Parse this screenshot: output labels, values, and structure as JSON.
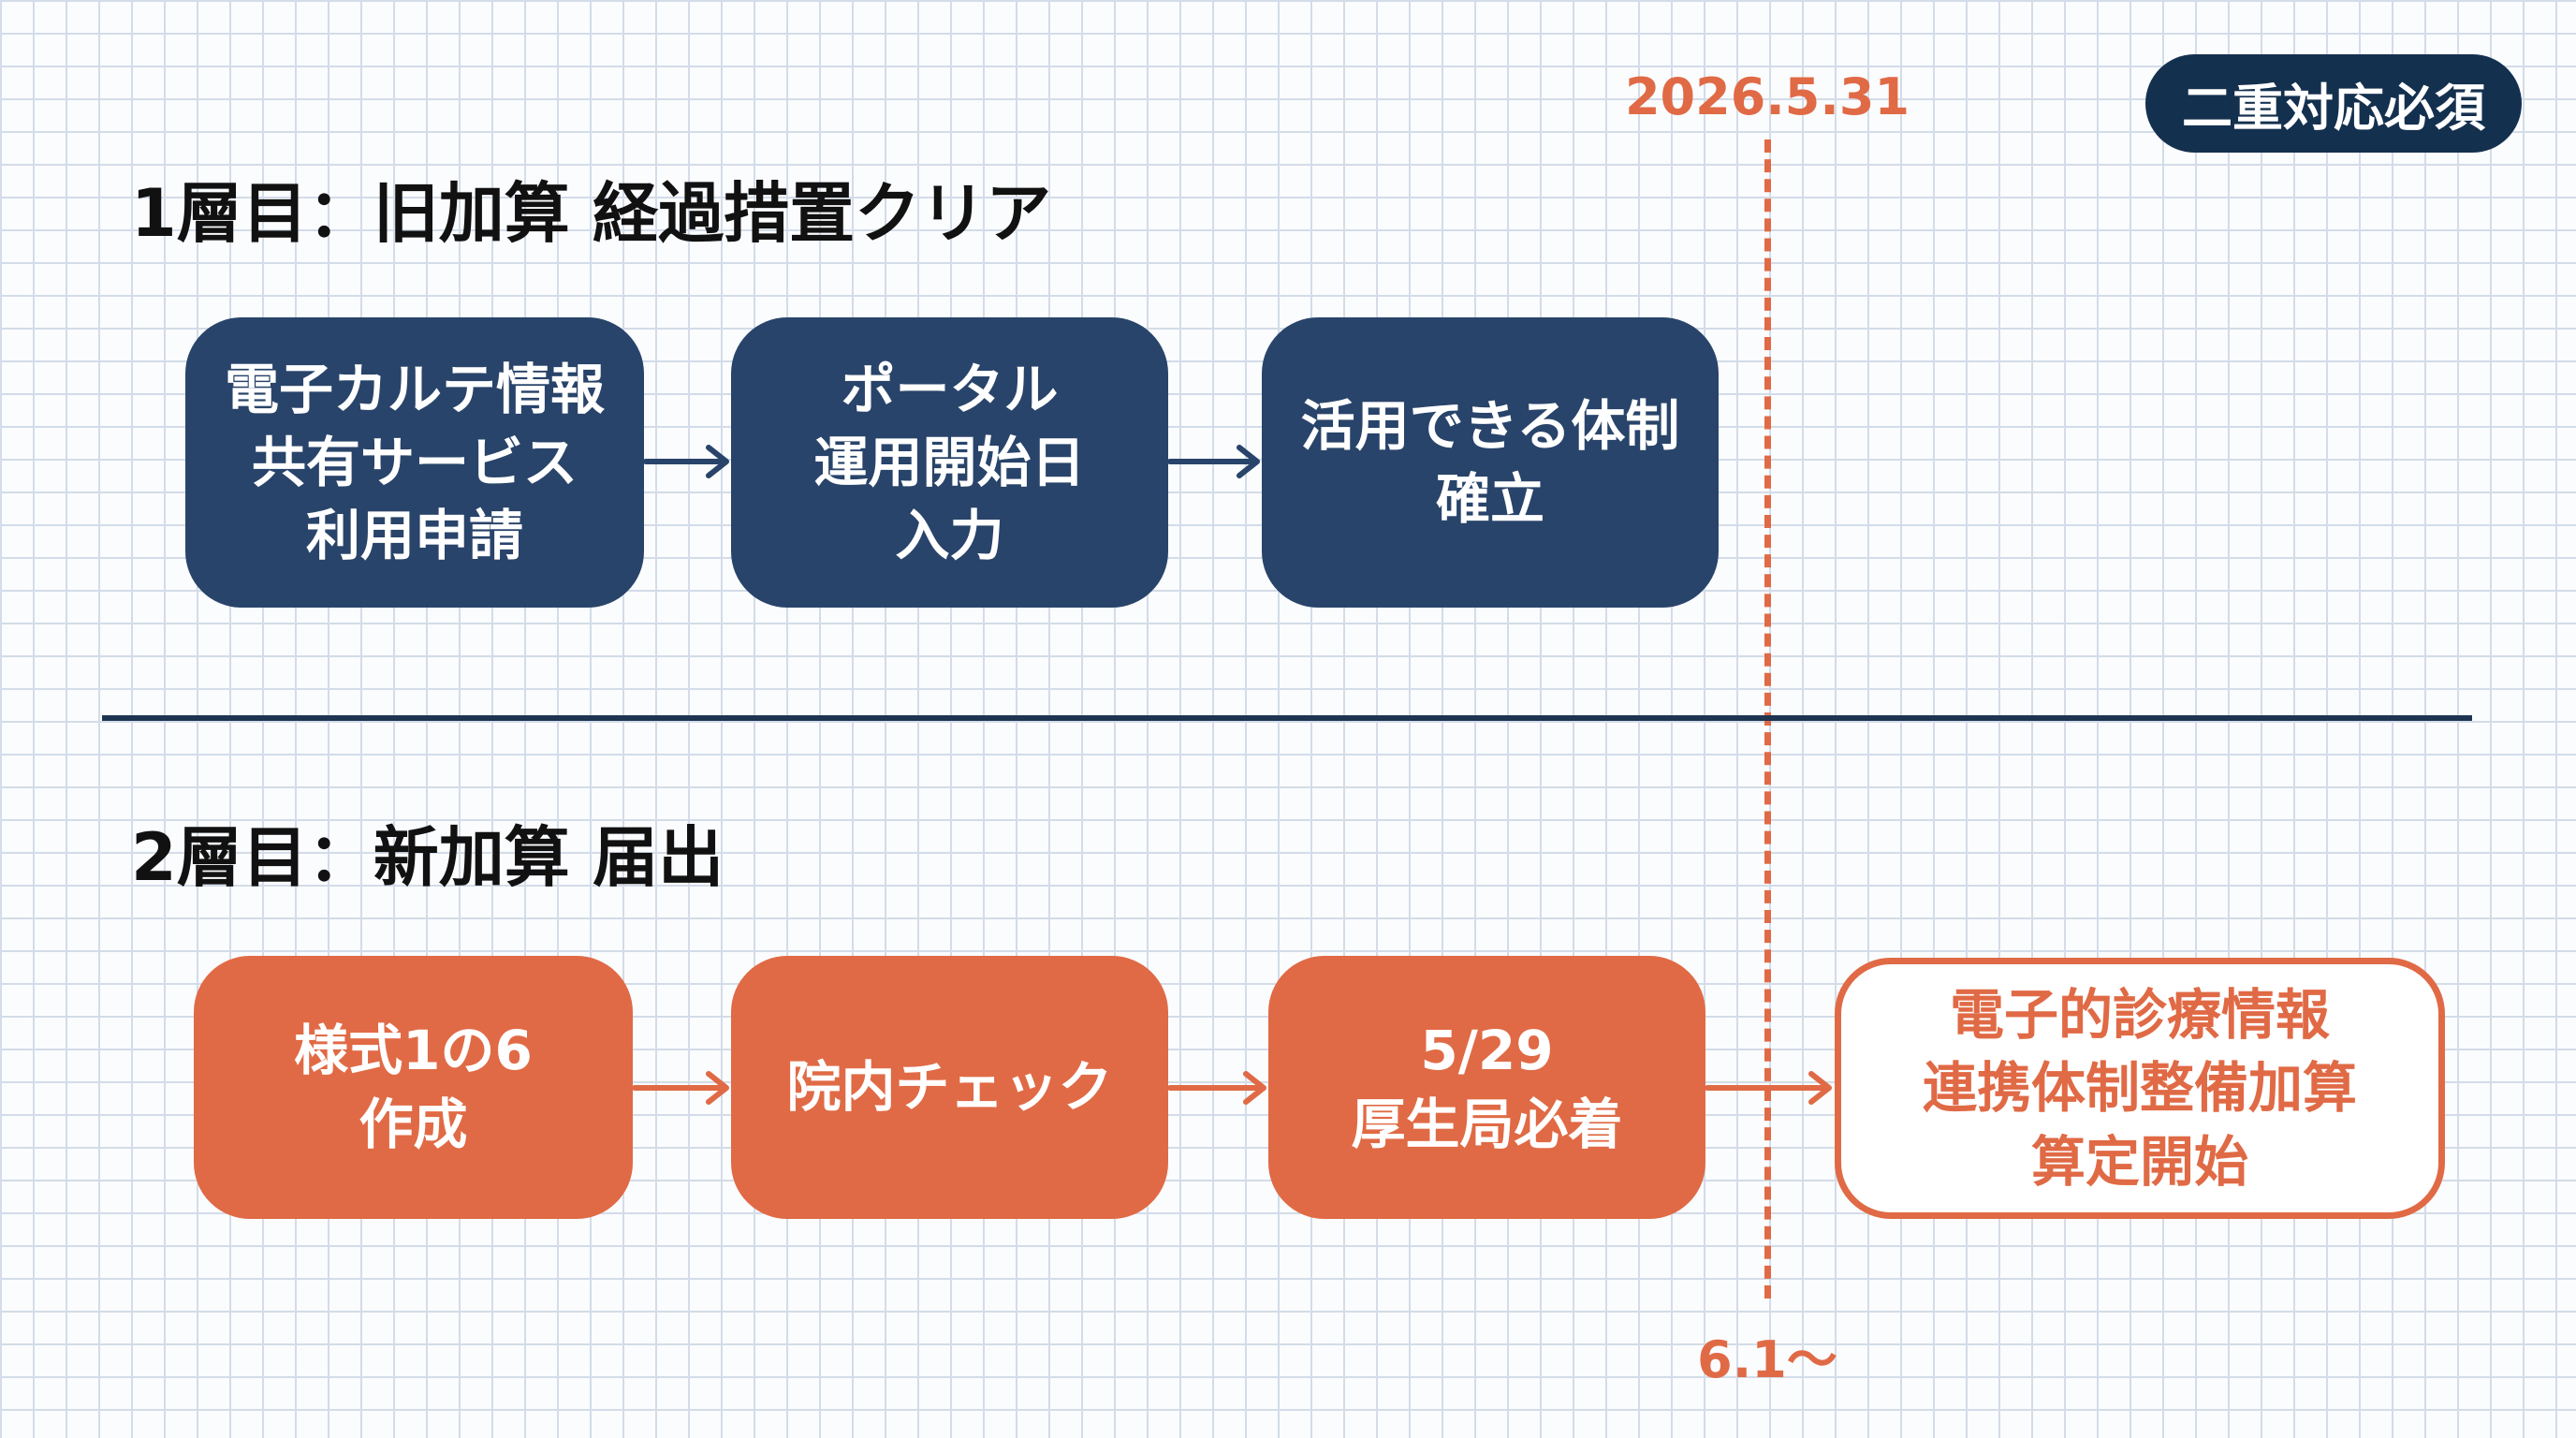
{
  "badge": "二重対応必須",
  "deadline_label": "2026.5.31",
  "start_label": "6.1〜",
  "layer1": {
    "title": "1層目：旧加算 経過措置クリア",
    "steps": [
      "電子カルテ情報\n共有サービス\n利用申請",
      "ポータル\n運用開始日\n入力",
      "活用できる体制\n確立"
    ]
  },
  "layer2": {
    "title": "2層目：新加算 届出",
    "steps": [
      "様式1の6\n作成",
      "院内チェック",
      "5/29\n厚生局必着"
    ],
    "result": "電子的診療情報\n連携体制整備加算\n算定開始"
  },
  "colors": {
    "navy": "#29446a",
    "orange": "#e06a45",
    "badge": "#14304f"
  }
}
